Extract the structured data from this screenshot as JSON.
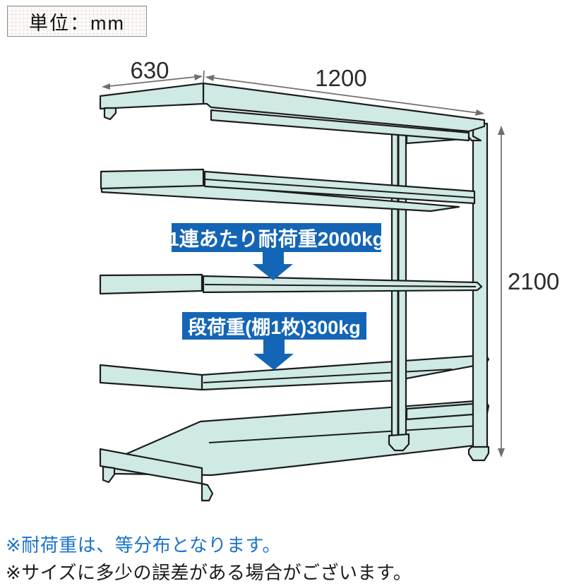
{
  "unit_box": {
    "label": "単位：mm"
  },
  "dimensions": {
    "depth_mm": "630",
    "width_mm": "1200",
    "height_mm": "2100"
  },
  "callouts": {
    "bay_load": "1連あたり耐荷重2000kg",
    "shelf_load": "段荷重(棚1枚)300kg"
  },
  "footnotes": {
    "load_distribution": "※耐荷重は、等分布となります。",
    "size_tolerance": "※サイズに多少の誤差がある場合がございます。"
  },
  "diagram": {
    "kind": "steel shelving rack, add-on unit, isometric line drawing",
    "shelf_count": 5
  },
  "colors": {
    "shelf_fill": "#cfe9e5",
    "outline": "#1c1c1c",
    "dimension_line": "#6f6f6f",
    "callout_blue": "#1465b5",
    "note_blue": "#1a73c9",
    "grid_line": "#efe3df",
    "text_dark": "#1b1b1b"
  }
}
